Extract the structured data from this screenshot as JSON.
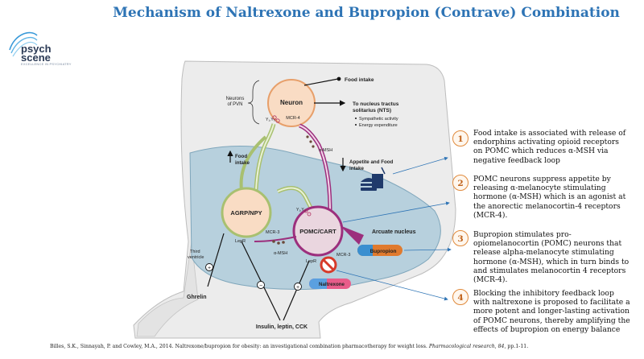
{
  "title": "Mechanism of Naltrexone and Bupropion (Contrave) Combination",
  "logo": {
    "line1": "psych",
    "line2": "scene",
    "tagline": "EXCELLENCE IN PSYCHIATRY"
  },
  "diagram": {
    "neurons_pvn_line1": "Neurons",
    "neurons_pvn_line2": "of PVN",
    "neuron_label": "Neuron",
    "mcr4_label": "MCR-4",
    "y1y5_top": "Y₁,Y₅",
    "food_intake_top": "Food intake",
    "nts_line1": "To nucleus tractus",
    "nts_line2": "solitarius (NTS)",
    "nts_bullet1": "Sympathetic activity",
    "nts_bullet2": "Energy expenditure",
    "amsh_top": "α-MSH",
    "appetite_line1": "Appetite and Food",
    "appetite_line2": "intake",
    "food_intake_left1": "Food",
    "food_intake_left2": "intake",
    "agrp_label": "AGRP/NPY",
    "pomc_label": "POMC/CART",
    "y1y5_pomc": "Y₁,Y₅",
    "mcr3_left": "MCR-3",
    "mcr3_right": "MCR-3",
    "lepr_left": "LepR",
    "lepr_right": "LepR",
    "amsh_bottom": "α-MSH",
    "arcuate_label": "Arcuate nucleus",
    "third_ventricle1": "Third",
    "third_ventricle2": "ventricle",
    "bupropion_label": "Bupropion",
    "naltrexone_label": "Naltrexone",
    "ghrelin_label": "Ghrelin",
    "insulin_label": "Insulin, leptin, CCK",
    "sign_ghrelin": "+",
    "sign_insulin_minus": "−",
    "sign_insulin_plus": "+"
  },
  "notes": [
    {
      "num": "1",
      "text": "Food intake is associated with release of endorphins activating opioid receptors on POMC which reduces α-MSH via negative feedback loop"
    },
    {
      "num": "2",
      "text": "POMC neurons suppress appetite by releasing α-melanocyte stimulating hormone (α-MSH) which is an agonist at the anorectic melanocortin-4 receptors (MCR-4)."
    },
    {
      "num": "3",
      "text": "Bupropion stimulates pro-opiomelanocortin (POMC) neurons that release alpha-melanocyte stimulating hormone (α-MSH), which in turn binds to and stimulates melanocortin 4 receptors (MCR-4)."
    },
    {
      "num": "4",
      "text": "Blocking the inhibitory feedback loop with naltrexone is proposed to facilitate a more potent and longer-lasting activation of POMC neurons, thereby amplifying the effects of bupropion on energy balance"
    }
  ],
  "citation": {
    "authors": "Billes, S.K., Sinnayah, P. and Cowley, M.A., 2014. Naltrexone/bupropion for obesity: an investigational combination pharmacotherapy for weight loss. ",
    "journal": "Pharmacological research, 84",
    "pages": ", pp.1-11."
  },
  "colors": {
    "title": "#2e74b5",
    "neuron_fill": "#f9dcc4",
    "neuron_stroke": "#e79f6a",
    "agrp_axon": "#a8c070",
    "pomc_axon": "#9c2f7d",
    "arcuate_fill": "#b7d0dd",
    "badge": "#e08a3c"
  }
}
